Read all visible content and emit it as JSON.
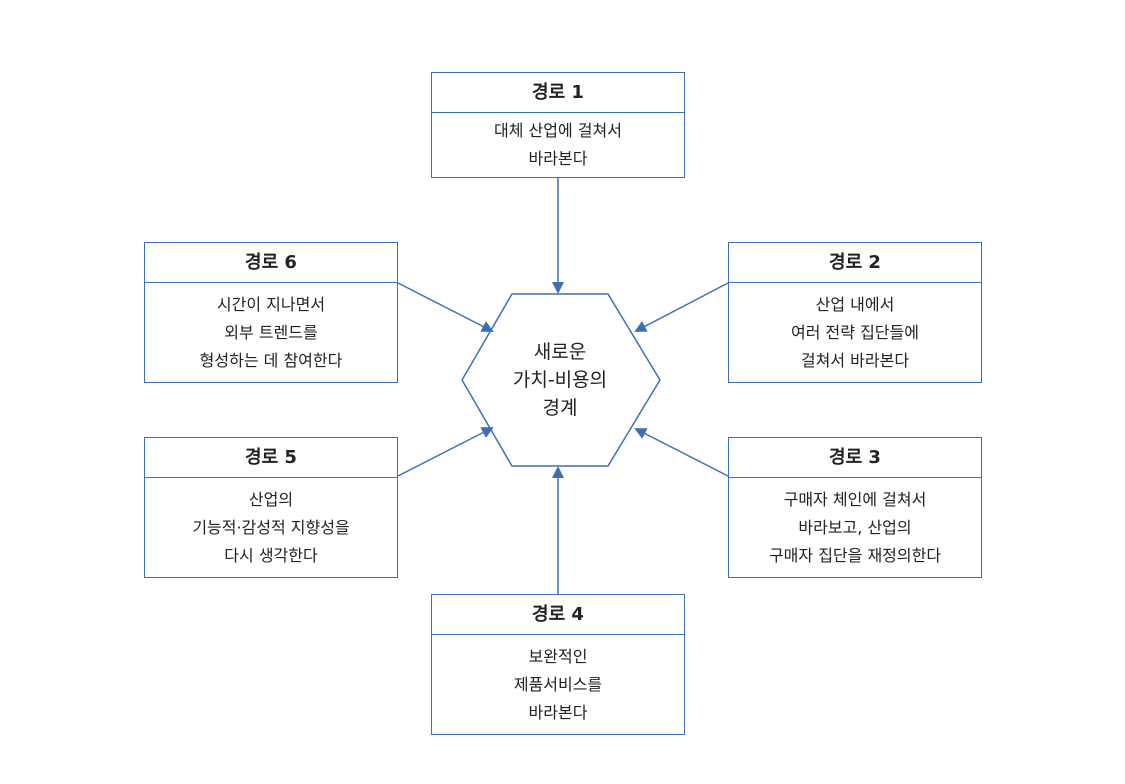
{
  "colors": {
    "line": "#3d6fb6",
    "text": "#222222"
  },
  "center": {
    "lines": [
      "새로운",
      "가치-비용의",
      "경계"
    ]
  },
  "paths": [
    {
      "id": "b1",
      "title": "경로 1",
      "lines": [
        "대체 산업에 걸쳐서",
        "바라본다"
      ]
    },
    {
      "id": "b2",
      "title": "경로 2",
      "lines": [
        "산업 내에서",
        "여러 전략 집단들에",
        "걸쳐서 바라본다"
      ]
    },
    {
      "id": "b3",
      "title": "경로 3",
      "lines": [
        "구매자 체인에 걸쳐서",
        "바라보고, 산업의",
        "구매자 집단을 재정의한다"
      ]
    },
    {
      "id": "b4",
      "title": "경로 4",
      "lines": [
        "보완적인",
        "제품서비스를",
        "바라본다"
      ]
    },
    {
      "id": "b5",
      "title": "경로 5",
      "lines": [
        "산업의",
        "기능적·감성적 지향성을",
        "다시 생각한다"
      ]
    },
    {
      "id": "b6",
      "title": "경로 6",
      "lines": [
        "시간이 지나면서",
        "외부 트렌드를",
        "형성하는 데 참여한다"
      ]
    }
  ]
}
